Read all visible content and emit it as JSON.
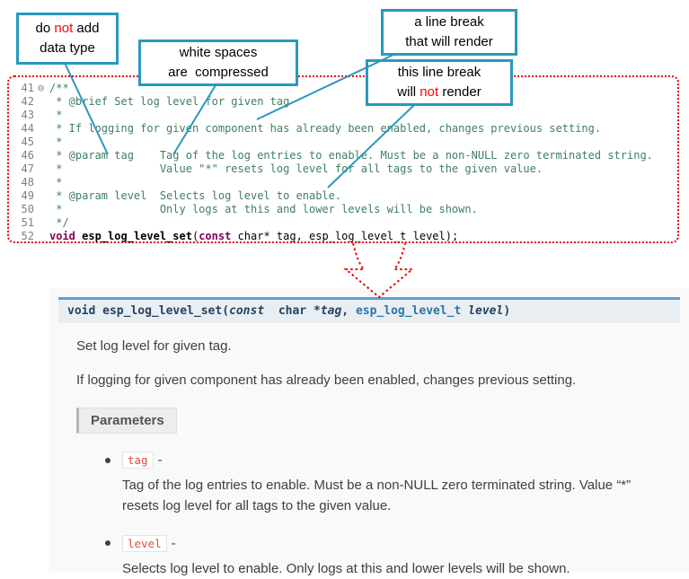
{
  "colors": {
    "callout_border_teal": "#2899bd",
    "highlight_red": "#ff0000",
    "code_border_red": "#e60000",
    "code_comment_green": "#3f7f5f",
    "code_keyword_purple": "#7f0055",
    "doc_signature_border_blue": "#5e9fd0",
    "doc_signature_bg": "#e9eef3",
    "doc_panel_bg": "#f9f9f9",
    "param_name_red": "#e74c3c"
  },
  "callouts": [
    {
      "id": "do-not-add-data-type",
      "segments": [
        {
          "text": "do "
        },
        {
          "text": "not",
          "red": true
        },
        {
          "text": " add"
        },
        {
          "br": true
        },
        {
          "text": "data type"
        }
      ]
    },
    {
      "id": "white-spaces-compressed",
      "segments": [
        {
          "text": "white spaces"
        },
        {
          "br": true
        },
        {
          "text": "are  compressed"
        }
      ]
    },
    {
      "id": "line-break-that-renders",
      "segments": [
        {
          "text": "a line break"
        },
        {
          "br": true
        },
        {
          "text": "that will render"
        }
      ]
    },
    {
      "id": "line-break-that-does-not-render",
      "segments": [
        {
          "text": "this line break"
        },
        {
          "br": true
        },
        {
          "text": "will "
        },
        {
          "text": "not",
          "red": true
        },
        {
          "text": " render"
        }
      ]
    }
  ],
  "code_editor": {
    "fold_symbol": "⊖",
    "lines": [
      {
        "num": "41",
        "fold": "⊖",
        "segments": [
          {
            "text": "/**",
            "cls": "comment"
          }
        ]
      },
      {
        "num": "42",
        "segments": [
          {
            "text": " * @brief Set log level for given tag",
            "cls": "comment"
          }
        ]
      },
      {
        "num": "43",
        "segments": [
          {
            "text": " *",
            "cls": "comment"
          }
        ]
      },
      {
        "num": "44",
        "segments": [
          {
            "text": " * If logging for given component has already been enabled, changes previous setting.",
            "cls": "comment"
          }
        ]
      },
      {
        "num": "45",
        "segments": [
          {
            "text": " *",
            "cls": "comment"
          }
        ]
      },
      {
        "num": "46",
        "segments": [
          {
            "text": " * @param tag    Tag of the log entries to enable. Must be a non-NULL zero terminated string.",
            "cls": "comment"
          }
        ]
      },
      {
        "num": "47",
        "segments": [
          {
            "text": " *               Value \"*\" resets log level for all tags to the given value.",
            "cls": "comment"
          }
        ]
      },
      {
        "num": "48",
        "segments": [
          {
            "text": " *",
            "cls": "comment"
          }
        ]
      },
      {
        "num": "49",
        "segments": [
          {
            "text": " * @param level  Selects log level to enable.",
            "cls": "comment"
          }
        ]
      },
      {
        "num": "50",
        "segments": [
          {
            "text": " *               Only logs at this and lower levels will be shown.",
            "cls": "comment"
          }
        ]
      },
      {
        "num": "51",
        "segments": [
          {
            "text": " */",
            "cls": "comment"
          }
        ]
      },
      {
        "num": "52",
        "segments": [
          {
            "text": "void",
            "cls": "keyword"
          },
          {
            "text": " ",
            "cls": "plain"
          },
          {
            "text": "esp_log_level_set",
            "cls": "funcname"
          },
          {
            "text": "(",
            "cls": "plain"
          },
          {
            "text": "const",
            "cls": "keyword"
          },
          {
            "text": " char* tag, esp_log_level_t level);",
            "cls": "plain"
          }
        ]
      }
    ]
  },
  "doc": {
    "signature_segments": [
      {
        "text": "void ",
        "cls": "kw"
      },
      {
        "text": "esp_log_level_set",
        "cls": "name"
      },
      {
        "text": "(",
        "cls": "plain"
      },
      {
        "text": "const",
        "cls": "kw-italic"
      },
      {
        "text": "  char *",
        "cls": "plain"
      },
      {
        "text": "tag",
        "cls": "param"
      },
      {
        "text": ", ",
        "cls": "plain"
      },
      {
        "text": "esp_log_level_t ",
        "cls": "type"
      },
      {
        "text": "level",
        "cls": "param"
      },
      {
        "text": ")",
        "cls": "plain"
      }
    ],
    "paragraphs": [
      "Set log level for given tag.",
      "If logging for given component has already been enabled, changes previous setting."
    ],
    "parameters_label": "Parameters",
    "params": [
      {
        "name": "tag",
        "dash": "-",
        "desc": "Tag of the log entries to enable. Must be a non-NULL zero terminated string. Value “*” resets log level for all tags to the given value."
      },
      {
        "name": "level",
        "dash": "-",
        "desc": "Selects log level to enable. Only logs at this and lower levels will be shown."
      }
    ]
  }
}
